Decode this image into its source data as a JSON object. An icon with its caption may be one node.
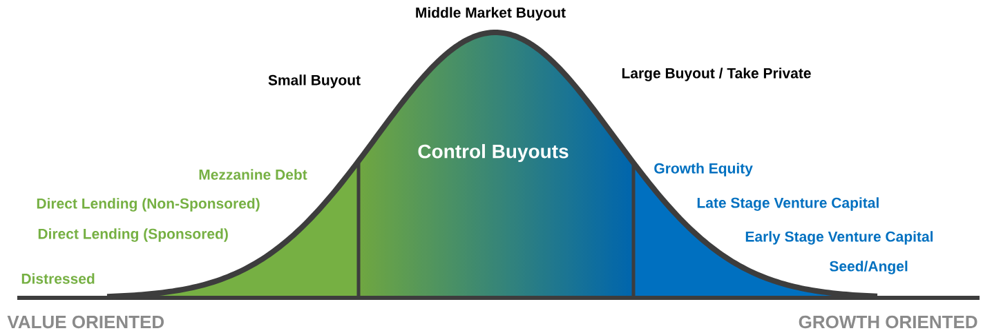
{
  "diagram": {
    "labels": [
      "Middle Market Buyout",
      "Small Buyout",
      "Large Buyout / Take Private",
      "Control Buyouts",
      "Mezzanine Debt",
      "Direct Lending (Non-Sponsored)",
      "Direct Lending (Sponsored)",
      "Distressed",
      "Growth Equity",
      "Late Stage Venture Capital",
      "Early Stage Venture Capital",
      "Seed/Angel",
      "VALUE ORIENTED",
      "GROWTH ORIENTED"
    ]
  }
}
